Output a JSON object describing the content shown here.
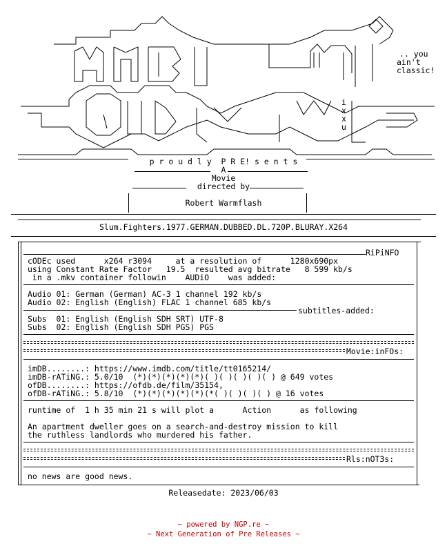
{
  "side_text": [
    "..",
    "you",
    "ain't",
    "classic!"
  ],
  "vertical_text": "ixxu",
  "proudly": "p r o u d l y  P R E! s e n t s",
  "a": "A",
  "movie": "Movie",
  "directed_by": "directed by",
  "director": "Robert Warmflash",
  "release_name": "Slum.Fighters.1977.GERMAN.DUBBED.DL.720P.BLURAY.X264",
  "sections": {
    "ripinfo": "RiPiNFO",
    "subtitles": "subtitles-added:",
    "movieinfo": "Movie:inFOs:",
    "rlsnotes": "Rls:nOT3s:"
  },
  "ripinfo": {
    "line1": "cODEc used      x264 r3094     at a resolution of      1280x690px",
    "line2": "using Constant Rate Factor   19.5  resulted avg bitrate   8 599 kb/s",
    "line3": " in a .mkv container followin    AUDiO    was added:"
  },
  "audio": [
    "Audio 01: German (German) AC-3 1 channel 192 kb/s",
    "Audio 02: English (English) FLAC 1 channel 685 kb/s"
  ],
  "subs": [
    "Subs  01: English (English SDH SRT) UTF-8",
    "Subs  02: English (English SDH PGS) PGS"
  ],
  "movieinfo": {
    "imdb": "imDB........: https://www.imdb.com/title/tt0165214/",
    "imdb_rating": "imDB-rATiNG.: 5.0/10  (*)(*)(*)(*)(*)( )( )( )( )( ) @ 649 votes",
    "ofdb": "ofDB........: https://ofdb.de/film/35154,",
    "ofdb_rating": "ofDB-rATiNG.: 5.8/10  (*)(*)(*)(*)(*)(*( )( )( )( ) @ 16 votes"
  },
  "runtime": "runtime of  1 h 35 min 21 s will plot a      Action      as following",
  "plot": [
    "An apartment dweller goes on a search-and-destroy mission to kill",
    "the ruthless landlords who murdered his father."
  ],
  "notes": "no news are good news.",
  "releasedate": "Releasedate: 2023/06/03",
  "footer": [
    "~ powered by NGP.re ~",
    "~ Next Generation of Pre Releases ~"
  ]
}
